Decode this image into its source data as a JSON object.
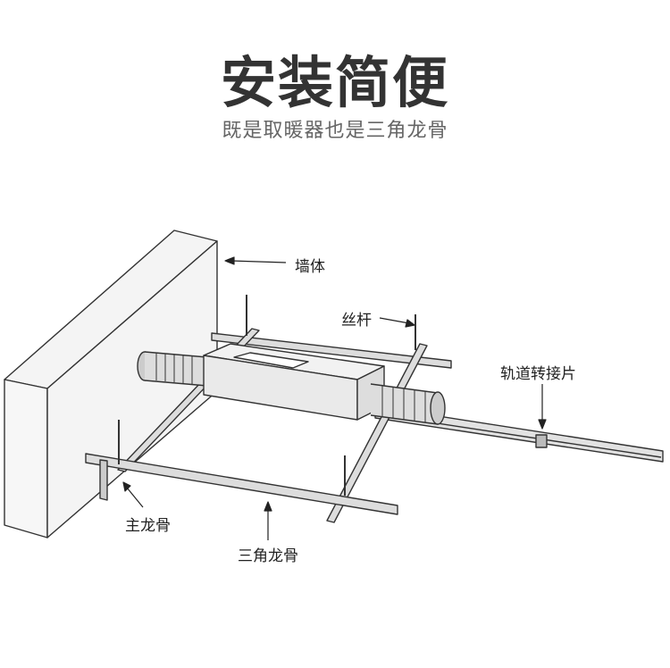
{
  "header": {
    "title": "安装简便",
    "subtitle": "既是取暖器也是三角龙骨"
  },
  "labels": {
    "wall": "墙体",
    "threaded_rod": "丝杆",
    "rail_adapter": "轨道转接片",
    "main_keel": "主龙骨",
    "triangle_keel": "三角龙骨"
  }
}
